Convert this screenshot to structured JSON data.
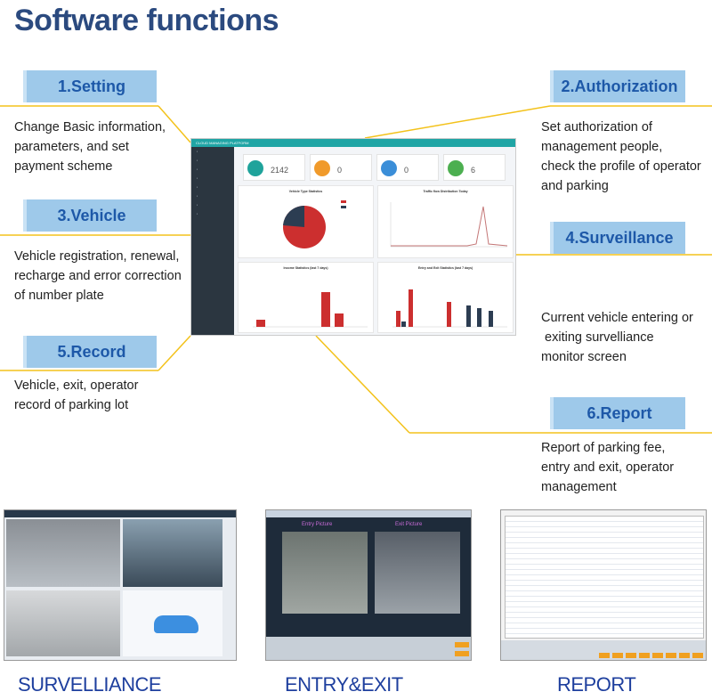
{
  "title": "Software functions",
  "features": [
    {
      "label": "1.Setting",
      "desc": [
        "Change Basic information,",
        "parameters, and set",
        "payment scheme"
      ]
    },
    {
      "label": "2.Authorization",
      "desc": [
        "Set authorization of",
        "management people,",
        "check the profile of operator",
        "and parking"
      ]
    },
    {
      "label": "3.Vehicle",
      "desc": [
        "Vehicle registration, renewal,",
        "recharge and error correction",
        "of number plate"
      ]
    },
    {
      "label": "4.Surveillance",
      "desc": [
        "Current vehicle entering or",
        " exiting survelliance",
        "monitor screen"
      ]
    },
    {
      "label": "5.Record",
      "desc": [
        "Vehicle, exit, operator",
        "record of parking lot"
      ]
    },
    {
      "label": "6.Report",
      "desc": [
        "Report of parking fee,",
        "entry and exit, operator",
        "management"
      ]
    }
  ],
  "dashboard": {
    "brand": "CLOUD MANAGING PLATFORM",
    "stats": [
      {
        "value": "2142",
        "color": "#1fa39b"
      },
      {
        "value": "0",
        "color": "#f09a2b"
      },
      {
        "value": "0",
        "color": "#3b8ed8"
      },
      {
        "value": "6",
        "color": "#4caf50"
      }
    ],
    "panels": [
      "Vehicle Type Statistics",
      "Traffic flow Distribution Today",
      "Income Statistics (last 7 days)",
      "Entry and Exit Statistics (last 7 days)"
    ]
  },
  "screens": {
    "entry_picture": "Entry Picture",
    "exit_picture": "Exit Picture"
  },
  "captions": [
    "SURVELLIANCE",
    "ENTRY&EXIT",
    "REPORT"
  ],
  "colors": {
    "label_bg": "#9ec9ea",
    "label_text": "#1d58a8",
    "title": "#2b4a7f",
    "connector": "#f3c21b",
    "caption": "#1e3f9e"
  }
}
